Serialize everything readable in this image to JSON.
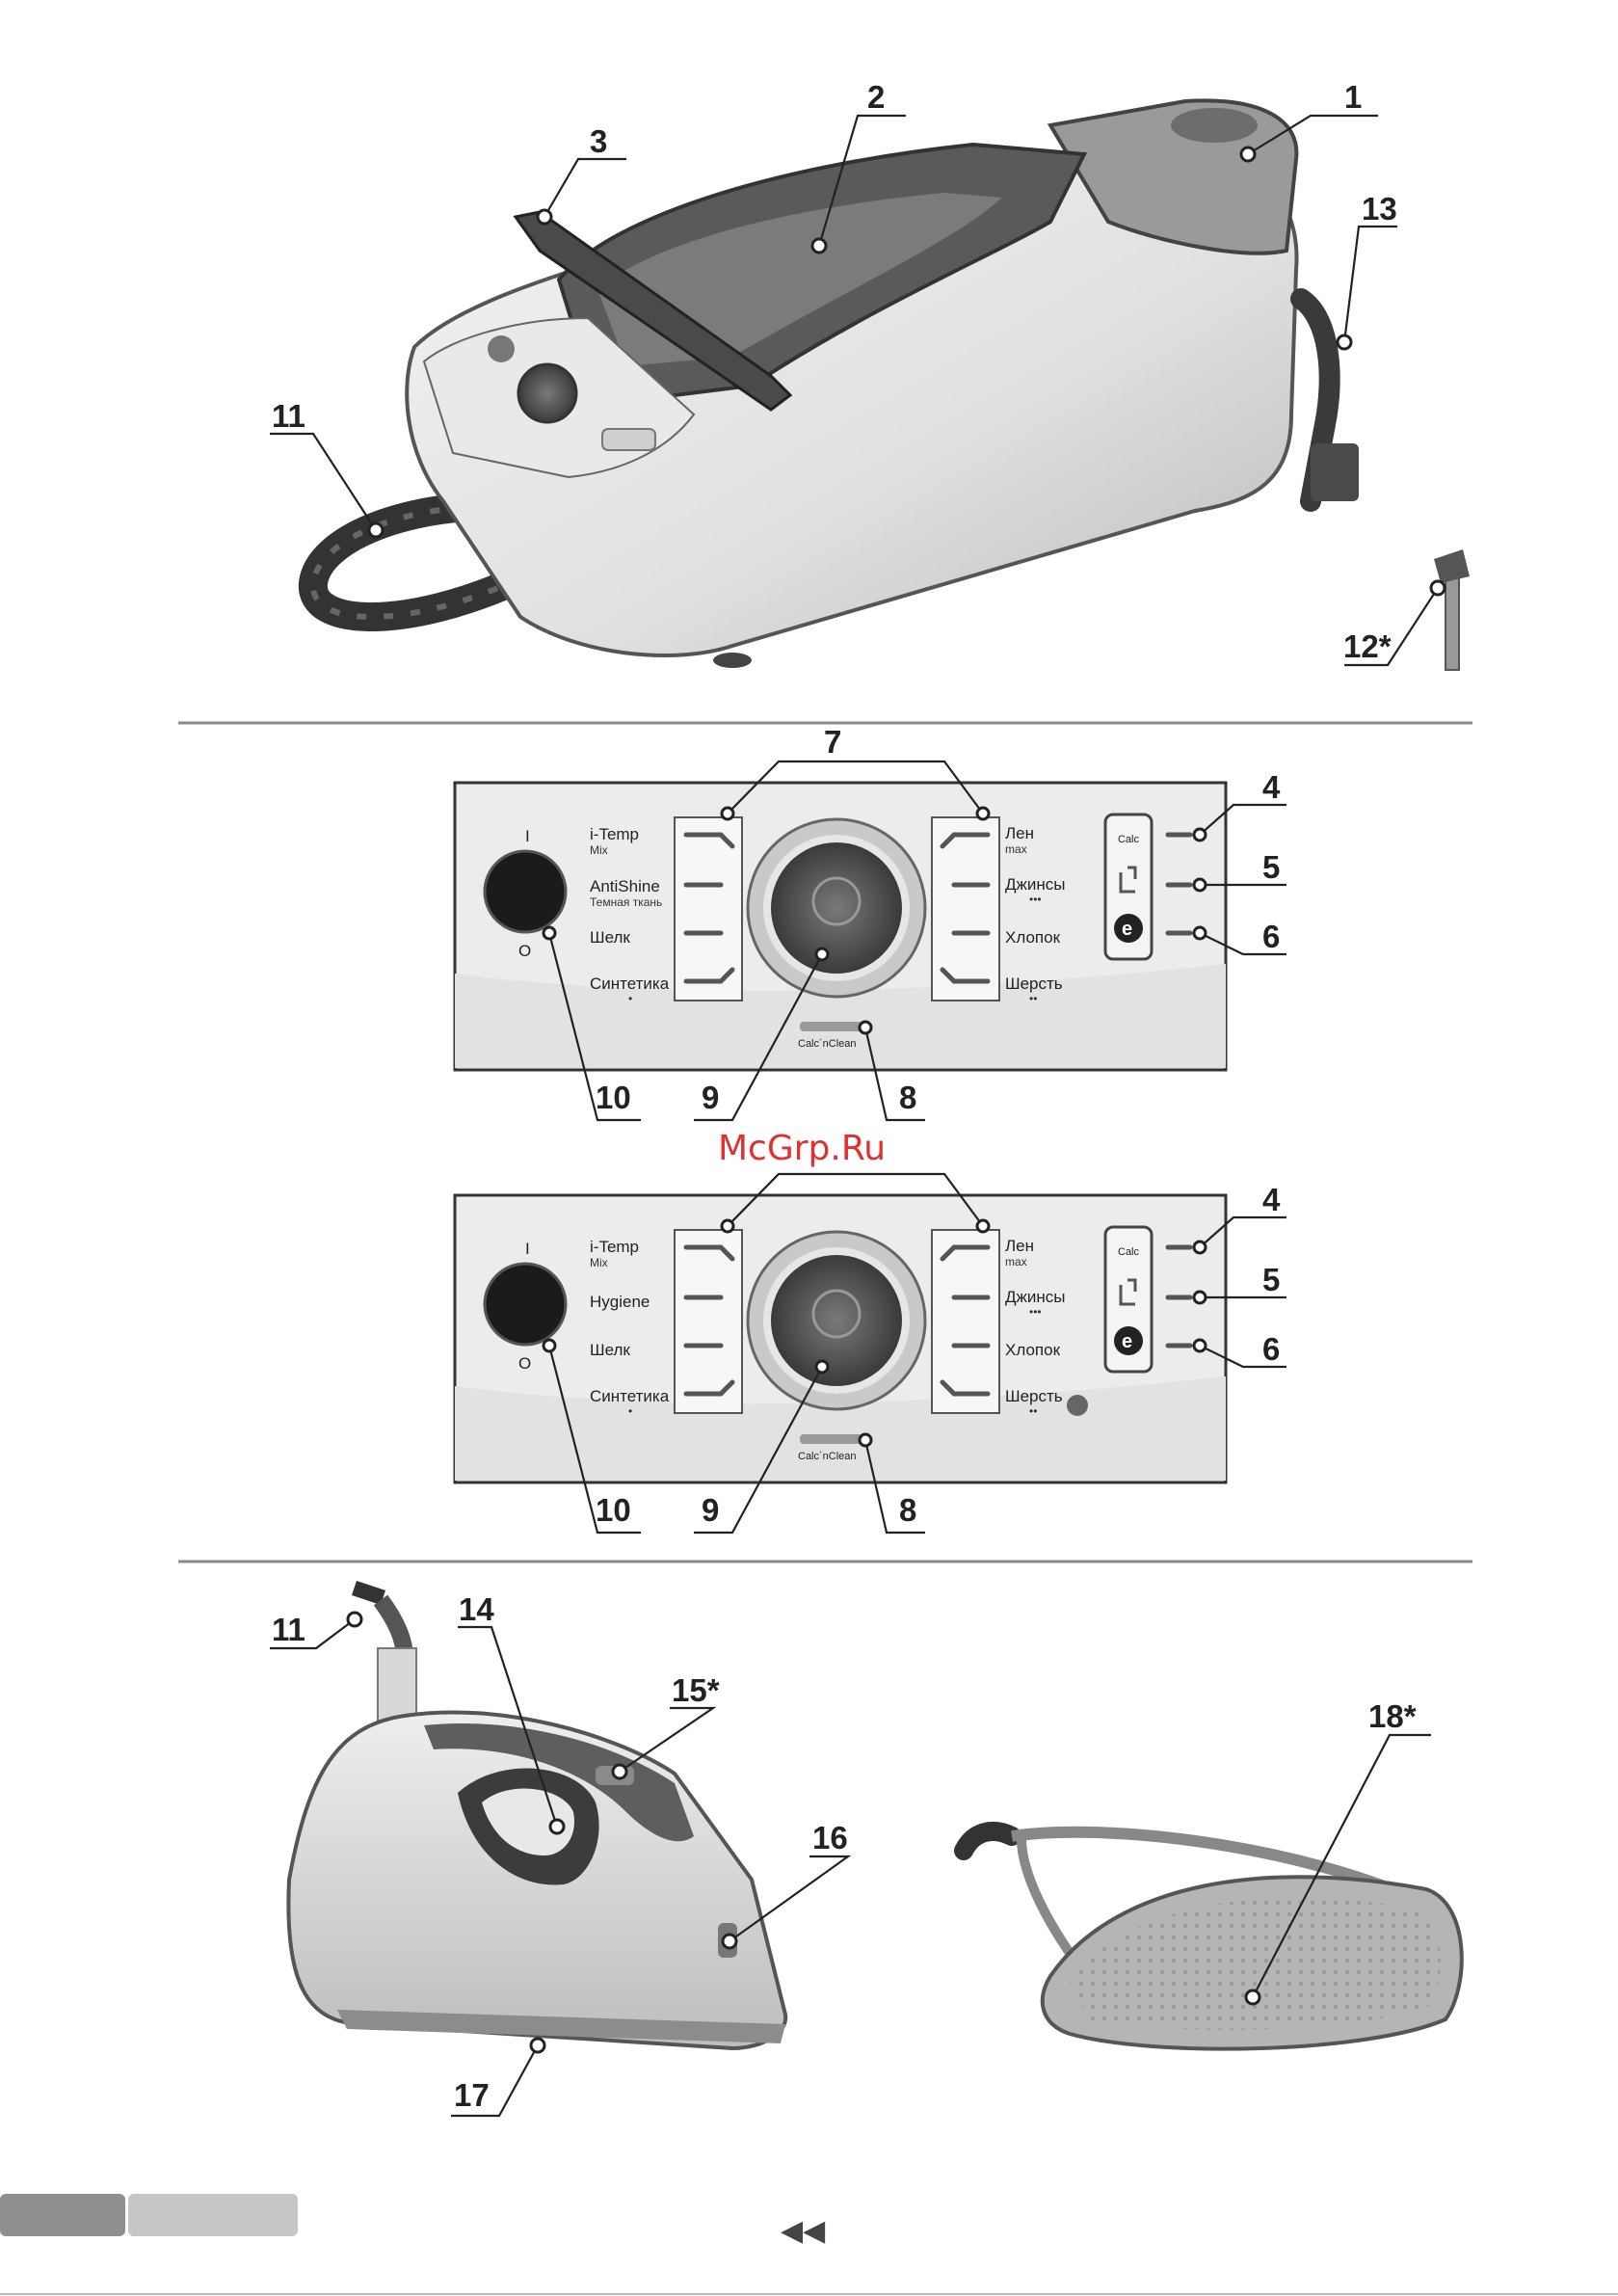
{
  "watermark": "McGrp.Ru",
  "callouts": {
    "c1": "1",
    "c2": "2",
    "c3": "3",
    "c11": "11",
    "c12": "12*",
    "c13": "13",
    "c4": "4",
    "c5": "5",
    "c6": "6",
    "c7": "7",
    "c8": "8",
    "c9": "9",
    "c10": "10",
    "c14": "14",
    "c15": "15*",
    "c16": "16",
    "c17": "17",
    "c18": "18*"
  },
  "panel_a": {
    "power_on": "I",
    "power_off": "O",
    "left_programs": [
      {
        "label": "i-Temp",
        "sub": "Mix"
      },
      {
        "label": "AntiShine",
        "sub": "Темная ткань"
      },
      {
        "label": "Шелк",
        "sub": ""
      },
      {
        "label": "Синтетика",
        "sub": "•"
      }
    ],
    "right_programs": [
      {
        "label": "Лен",
        "sub": "max"
      },
      {
        "label": "Джинсы",
        "sub": "•••"
      },
      {
        "label": "Хлопок",
        "sub": ""
      },
      {
        "label": "Шерсть",
        "sub": "••"
      }
    ],
    "calc_label": "Calc",
    "eco_label": "e",
    "calc_clean_label": "Calc´nClean"
  },
  "panel_b": {
    "power_on": "I",
    "power_off": "O",
    "left_programs": [
      {
        "label": "i-Temp",
        "sub": "Mix"
      },
      {
        "label": "Hygiene",
        "sub": ""
      },
      {
        "label": "Шелк",
        "sub": ""
      },
      {
        "label": "Синтетика",
        "sub": "•"
      }
    ],
    "right_programs": [
      {
        "label": "Лен",
        "sub": "max"
      },
      {
        "label": "Джинсы",
        "sub": "•••"
      },
      {
        "label": "Хлопок",
        "sub": ""
      },
      {
        "label": "Шерсть",
        "sub": "••"
      }
    ],
    "calc_label": "Calc",
    "eco_label": "e",
    "calc_clean_label": "Calc´nClean"
  },
  "footer": {
    "page_marker": "◀◀"
  },
  "colors": {
    "accent_watermark": "#e03030",
    "tab_dark": "#8f8f8f",
    "tab_light": "#c6c6c6"
  }
}
